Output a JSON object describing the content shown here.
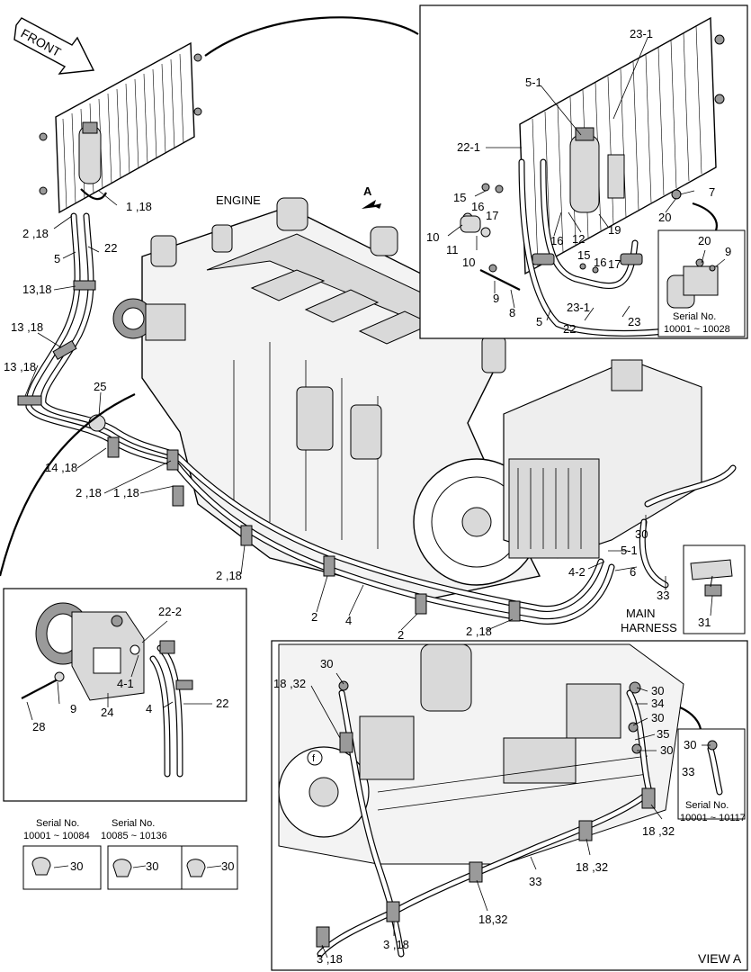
{
  "direction": {
    "front": "FRONT",
    "view_arrow": "A"
  },
  "titles": {
    "engine": "ENGINE",
    "main_harness_1": "MAIN",
    "main_harness_2": "HARNESS",
    "view_a": "VIEW A"
  },
  "serial": {
    "right_top": {
      "label": "Serial No.",
      "range": "10001 ~ 10028"
    },
    "right_mid": {
      "label": "Serial No.",
      "range": "10001 ~ 10117"
    },
    "bottom_1": {
      "label": "Serial No.",
      "range": "10001 ~ 10084"
    },
    "bottom_2": {
      "label": "Serial No.",
      "range": "10085 ~ 10136"
    }
  },
  "labels": {
    "l_1_18_top": "1 ,18",
    "l_2_18_left": "2 ,18",
    "l_5_left": "5",
    "l_22_left": "22",
    "l_13_18_a": "13,18",
    "l_13_18_b": "13 ,18",
    "l_13_18_c": "13 ,18",
    "l_25": "25",
    "l_14_18": "14 ,18",
    "l_2_18_mid": "2 ,18",
    "l_1_18_mid": "1 ,18",
    "l_2_18_low": "2 ,18",
    "l_2_low": "2",
    "l_4_low": "4",
    "l_2_low2": "2",
    "l_2_18_low2": "2 ,18",
    "l_4_2": "4-2",
    "l_5_1_main": "5-1",
    "l_6": "6",
    "l_30_main": "30",
    "l_33_main": "33",
    "l_31": "31",
    "d_23_1": "23-1",
    "d_5_1": "5-1",
    "d_22_1": "22-1",
    "d_7": "7",
    "d_20": "20",
    "d_15": "15",
    "d_16": "16",
    "d_17": "17",
    "d_10a": "10",
    "d_11": "11",
    "d_10b": "10",
    "d_16b": "16",
    "d_12": "12",
    "d_19": "19",
    "d_15b": "15",
    "d_16c": "16",
    "d_17b": "17",
    "d_9": "9",
    "d_8": "8",
    "d_23_1b": "23-1",
    "d_5": "5",
    "d_22": "22",
    "d_23": "23",
    "d_20b": "20",
    "d_9b": "9",
    "c_22_2": "22-2",
    "c_4_1": "4-1",
    "c_9": "9",
    "c_28": "28",
    "c_24": "24",
    "c_4": "4",
    "c_22": "22",
    "v_30a": "30",
    "v_18_32a": "18 ,32",
    "v_30b": "30",
    "v_34": "34",
    "v_30c": "30",
    "v_35": "35",
    "v_30d": "30",
    "v_18_32b": "18 ,32",
    "v_18_32c": "18 ,32",
    "v_33": "33",
    "v_18_32d": "18,32",
    "v_3_18a": "3 ,18",
    "v_3_18b": "3 ,18",
    "v_f": "f",
    "v_30_inset": "30",
    "v_33_inset": "33",
    "b_30a": "30",
    "b_30b": "30",
    "b_30c": "30"
  }
}
